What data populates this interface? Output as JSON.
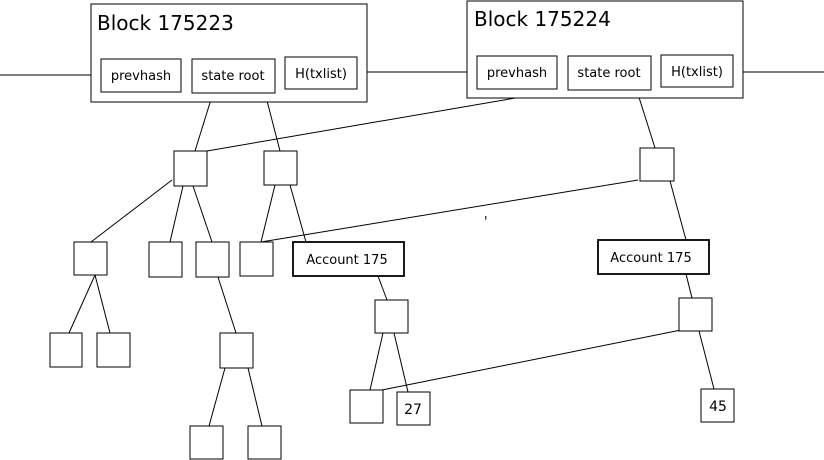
{
  "blocks": [
    {
      "title": "Block 175223",
      "fields": {
        "prevhash": "prevhash",
        "state_root": "state root",
        "txlist": "H(txlist)"
      }
    },
    {
      "title": "Block 175224",
      "fields": {
        "prevhash": "prevhash",
        "state_root": "state root",
        "txlist": "H(txlist)"
      }
    }
  ],
  "accounts": [
    {
      "label": "Account 175"
    },
    {
      "label": "Account 175"
    }
  ],
  "leaf_values": [
    "27",
    "45"
  ],
  "stray_mark": "'"
}
